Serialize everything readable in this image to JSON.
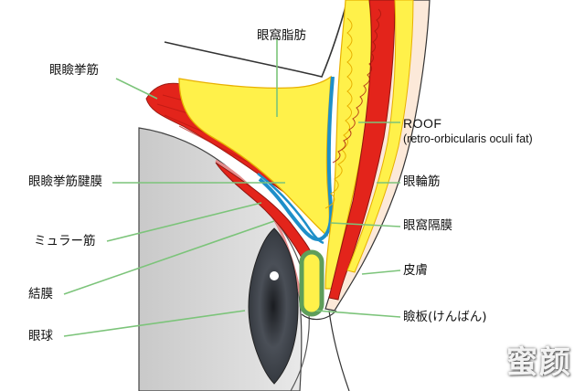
{
  "labels": {
    "orbital_fat": "眼窩脂肪",
    "levator_muscle": "眼瞼挙筋",
    "roof": "ROOF",
    "roof_full": "(retro-orbicularis oculi fat)",
    "levator_aponeurosis": "眼瞼挙筋腱膜",
    "orbicularis_muscle": "眼輪筋",
    "muller_muscle": "ミュラー筋",
    "orbital_septum": "眼窩隔膜",
    "skin": "皮膚",
    "conjunctiva": "結膜",
    "tarsal_plate": "瞼板(けんばん)",
    "eyeball": "眼球"
  },
  "watermark": "蜜颜",
  "colors": {
    "fat_yellow": "#FFF14A",
    "fat_outline": "#E8B000",
    "muscle_red": "#E3241B",
    "septum_blue": "#1E8FC9",
    "tarsus_green": "#5E9E5A",
    "leader_line": "#7CC47A",
    "skin_beige": "#FCE9D9",
    "eyeball_gray": "#D9D9D9",
    "iris_dark": "#3A3E44"
  }
}
